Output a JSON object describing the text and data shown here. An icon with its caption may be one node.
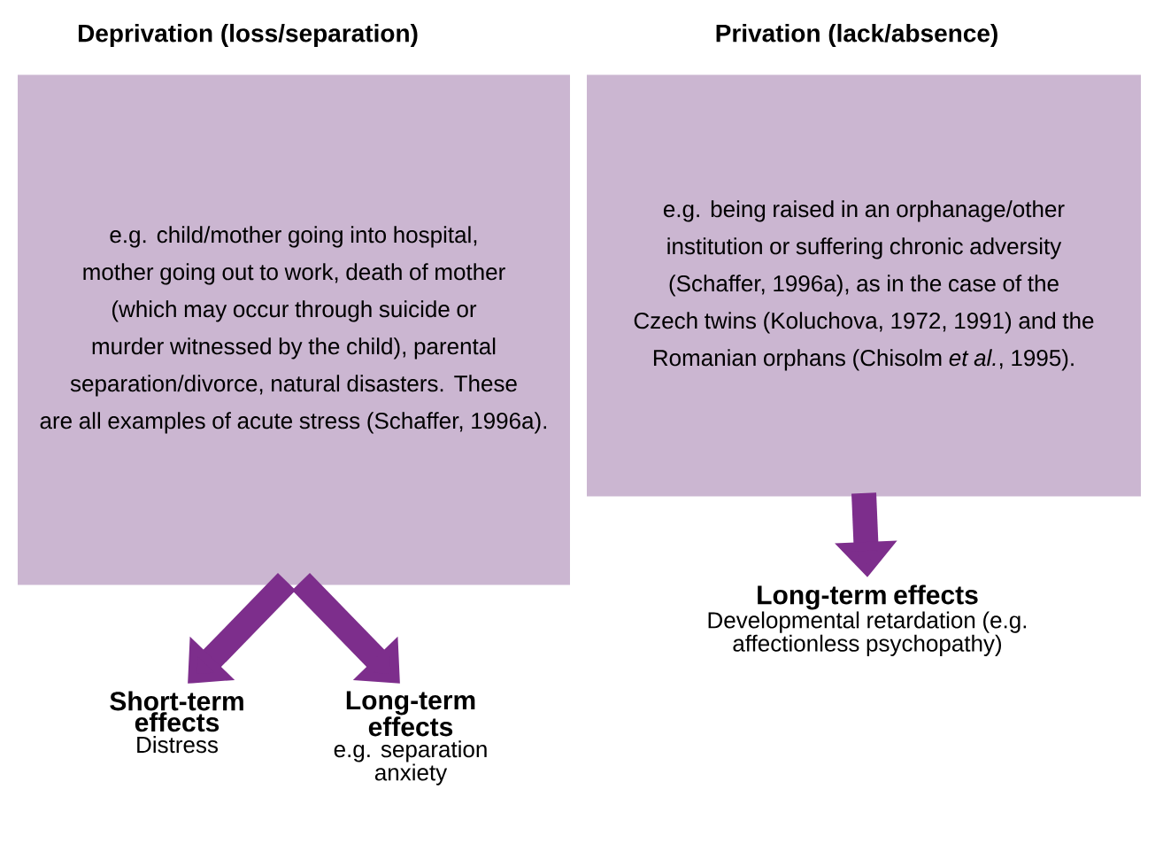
{
  "diagram": {
    "nodes": [
      {
        "text": [
          "Deprivation (loss/separation)",
          "e.g. child/mother going into hospital, mother going out to work, death of mother (which may occur through suicide or murder witnessed by the child), parental separation/divorce, natural disasters. These are all examples of acute stress (Schaffer, 1996a)."
        ]
      },
      {
        "text": [
          "Privation (lack/absence)",
          "e.g. being raised in an orphanage/other institution or suffering chronic adversity (Schaffer, 1996a), as in the case of the Czech twins (Koluchova, 1972, 1991) and the Romanian orphans (Chisolm *et al.*, 1995)."
        ]
      },
      {
        "text": [
          "Short-term effects",
          "Distress"
        ]
      },
      {
        "text": [
          "Long-term effects",
          "e.g. separation anxiety"
        ]
      },
      {
        "text": [
          "Long-term effects",
          "Developmental retardation (e.g. affectionless psychopathy)"
        ]
      }
    ],
    "edges": [
      {
        "from": 0,
        "to": 2,
        "arrow": "to"
      },
      {
        "from": 0,
        "to": 3,
        "arrow": "to"
      },
      {
        "from": 1,
        "to": 4,
        "arrow": "to"
      }
    ]
  }
}
